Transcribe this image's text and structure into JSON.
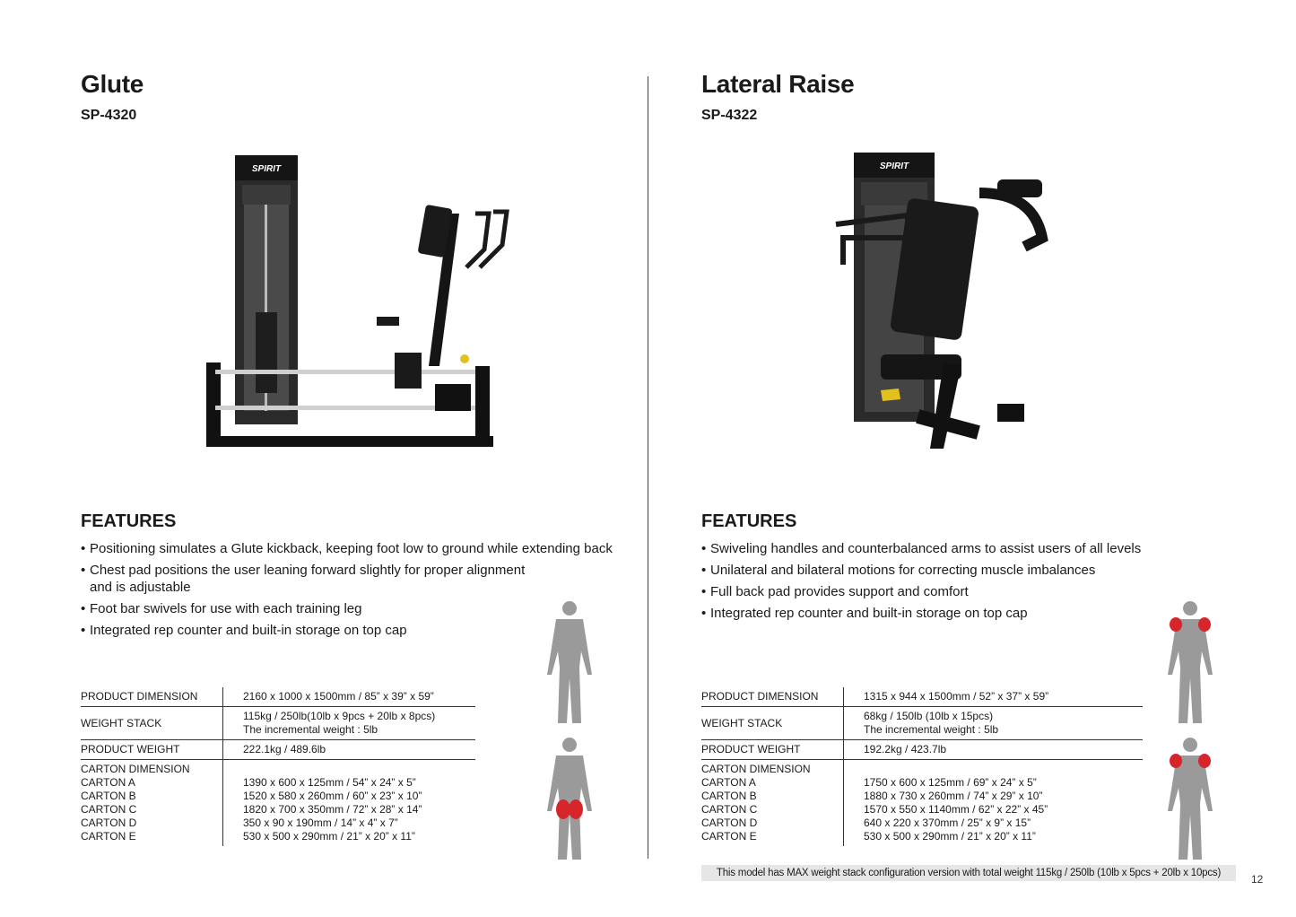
{
  "page_number": "12",
  "products": [
    {
      "title": "Glute",
      "model": "SP-4320",
      "brand": "SPIRIT",
      "features_heading": "FEATURES",
      "features": [
        "Positioning simulates a Glute kickback, keeping foot low to ground while extending back",
        "Chest pad positions the user leaning forward slightly for proper alignment\nand is adjustable",
        "Foot bar swivels for use with each training leg",
        "Integrated rep counter and built-in storage on top cap"
      ],
      "specs": {
        "dimension_label": "PRODUCT DIMENSION",
        "dimension_value": "2160 x 1000 x 1500mm / 85” x 39” x 59”",
        "weight_stack_label": "WEIGHT STACK",
        "weight_stack_value_1": "115kg / 250lb(10lb x 9pcs + 20lb x 8pcs)",
        "weight_stack_value_2": "The incremental weight : 5lb",
        "product_weight_label": "PRODUCT WEIGHT",
        "product_weight_value": "222.1kg / 489.6lb",
        "carton_label": "CARTON DIMENSION",
        "cartons": [
          {
            "name": "CARTON A",
            "value": "1390 x 600 x 125mm / 54” x 24” x 5”"
          },
          {
            "name": "CARTON B",
            "value": "1520 x 580 x 260mm / 60” x 23” x 10”"
          },
          {
            "name": "CARTON C",
            "value": "1820 x 700 x 350mm / 72” x 28” x 14”"
          },
          {
            "name": "CARTON D",
            "value": "350 x 90 x 190mm / 14” x 4” x 7”"
          },
          {
            "name": "CARTON E",
            "value": "530 x 500 x 290mm / 21” x 20” x 11”"
          }
        ]
      },
      "muscle_highlight_front": "none",
      "muscle_highlight_back": "glutes"
    },
    {
      "title": "Lateral Raise",
      "model": "SP-4322",
      "brand": "SPIRIT",
      "features_heading": "FEATURES",
      "features": [
        "Swiveling handles and counterbalanced arms to assist users of all levels",
        "Unilateral and bilateral motions for correcting muscle imbalances",
        "Full back pad provides support and comfort",
        "Integrated rep counter and built-in storage on top cap"
      ],
      "specs": {
        "dimension_label": "PRODUCT DIMENSION",
        "dimension_value": "1315 x 944 x 1500mm / 52” x 37” x 59”",
        "weight_stack_label": "WEIGHT STACK",
        "weight_stack_value_1": "68kg / 150lb (10lb x 15pcs)",
        "weight_stack_value_2": "The incremental weight : 5lb",
        "product_weight_label": "PRODUCT WEIGHT",
        "product_weight_value": "192.2kg / 423.7lb",
        "carton_label": "CARTON DIMENSION",
        "cartons": [
          {
            "name": "CARTON A",
            "value": "1750 x 600 x 125mm / 69” x 24” x 5”"
          },
          {
            "name": "CARTON B",
            "value": "1880 x 730 x 260mm / 74” x 29” x 10”"
          },
          {
            "name": "CARTON C",
            "value": "1570 x 550 x 1140mm / 62” x 22” x 45”"
          },
          {
            "name": "CARTON D",
            "value": "640 x 220 x 370mm / 25” x 9” x 15”"
          },
          {
            "name": "CARTON E",
            "value": "530 x 500 x 290mm / 21” x 20” x 11”"
          }
        ]
      },
      "note": "This model has MAX weight stack configuration version with total weight 115kg / 250lb (10lb x 5pcs + 20lb x 10pcs)",
      "muscle_highlight_front": "shoulders",
      "muscle_highlight_back": "shoulders"
    }
  ],
  "colors": {
    "text": "#1a1a1a",
    "machine": "#1c1c1c",
    "muscle_base": "#9a9a9a",
    "highlight": "#d6262b",
    "note_bg": "#e6e6e6"
  }
}
